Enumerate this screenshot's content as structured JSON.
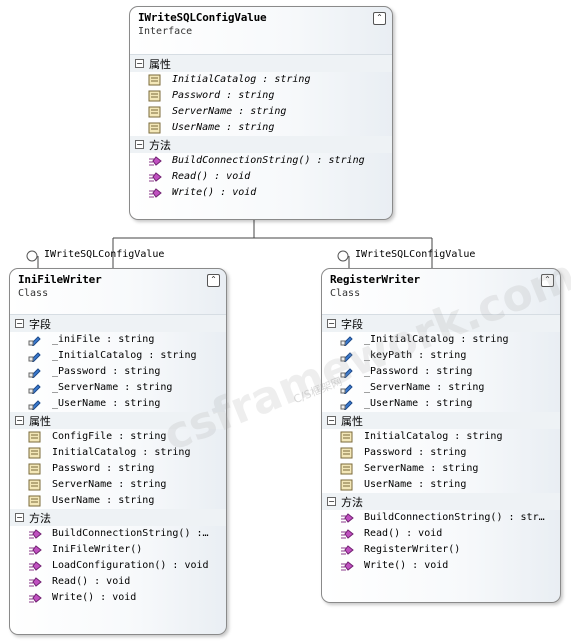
{
  "interface_box": {
    "title": "IWriteSQLConfigValue",
    "stereotype": "Interface",
    "sections": [
      {
        "label": "属性",
        "items": [
          "InitialCatalog : string",
          "Password : string",
          "ServerName : string",
          "UserName : string"
        ]
      },
      {
        "label": "方法",
        "items": [
          "BuildConnectionString() : string",
          "Read() : void",
          "Write() : void"
        ]
      }
    ]
  },
  "left_class": {
    "lollipop": "IWriteSQLConfigValue",
    "title": "IniFileWriter",
    "stereotype": "Class",
    "sections": [
      {
        "label": "字段",
        "items": [
          "_iniFile : string",
          "_InitialCatalog : string",
          "_Password : string",
          "_ServerName : string",
          "_UserName : string"
        ]
      },
      {
        "label": "属性",
        "items": [
          "ConfigFile : string",
          "InitialCatalog : string",
          "Password : string",
          "ServerName : string",
          "UserName : string"
        ]
      },
      {
        "label": "方法",
        "items": [
          "BuildConnectionString() :…",
          "IniFileWriter()",
          "LoadConfiguration() : void",
          "Read() : void",
          "Write() : void"
        ]
      }
    ]
  },
  "right_class": {
    "lollipop": "IWriteSQLConfigValue",
    "title": "RegisterWriter",
    "stereotype": "Class",
    "sections": [
      {
        "label": "字段",
        "items": [
          "_InitialCatalog : string",
          "_keyPath : string",
          "_Password : string",
          "_ServerName : string",
          "_UserName : string"
        ]
      },
      {
        "label": "属性",
        "items": [
          "InitialCatalog : string",
          "Password : string",
          "ServerName : string",
          "UserName : string"
        ]
      },
      {
        "label": "方法",
        "items": [
          "BuildConnectionString() : str…",
          "Read() : void",
          "RegisterWriter()",
          "Write() : void"
        ]
      }
    ]
  },
  "watermark": "csframework.com",
  "watermark_sub": "C/S框架网"
}
